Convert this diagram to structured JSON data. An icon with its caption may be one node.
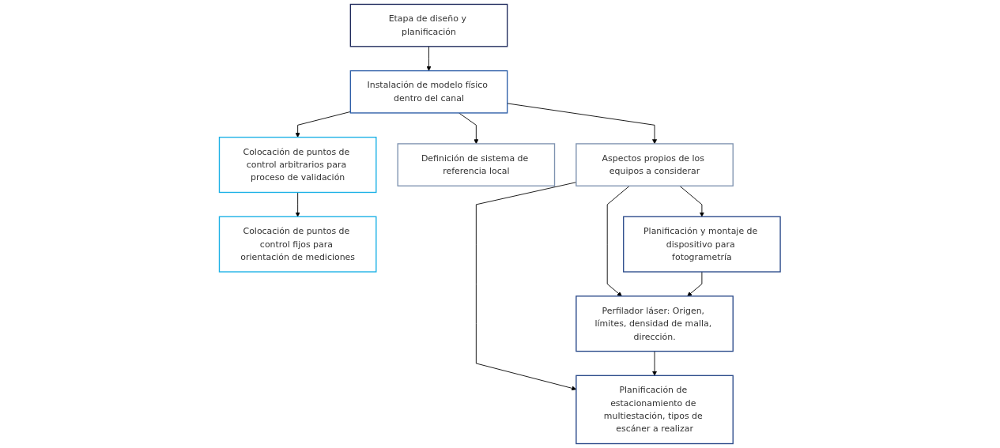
{
  "diagram": {
    "nodes": [
      {
        "text": [
          "Etapa de diseño y planificación"
        ]
      },
      {
        "text": [
          "Instalación de modelo físico dentro del canal"
        ]
      },
      {
        "text": [
          "Colocación de puntos de control arbitrarios para proceso de validación"
        ]
      },
      {
        "text": [
          "Colocación de puntos de control fijos para orientación de mediciones"
        ]
      },
      {
        "text": [
          "Definición de sistema de referencia local"
        ]
      },
      {
        "text": [
          "Aspectos propios de los equipos a considerar"
        ]
      },
      {
        "text": [
          "Planificación y montaje de dispositivo para fotogrametría"
        ]
      },
      {
        "text": [
          "Perfilador láser: Origen, límites, densidad de malla, dirección."
        ]
      },
      {
        "text": [
          "Planificación de estacionamiento de multiestación, tipos de escáner a realizar"
        ]
      }
    ],
    "edges": [
      {
        "from": 0,
        "to": 1,
        "arrow": "to"
      },
      {
        "from": 1,
        "to": 2,
        "arrow": "to"
      },
      {
        "from": 1,
        "to": 4,
        "arrow": "to"
      },
      {
        "from": 1,
        "to": 5,
        "arrow": "to"
      },
      {
        "from": 2,
        "to": 3,
        "arrow": "to"
      },
      {
        "from": 5,
        "to": 6,
        "arrow": "to"
      },
      {
        "from": 5,
        "to": 7,
        "arrow": "to"
      },
      {
        "from": 5,
        "to": 8,
        "arrow": "to"
      },
      {
        "from": 6,
        "to": 7,
        "arrow": "to"
      },
      {
        "from": 7,
        "to": 8,
        "arrow": "to"
      }
    ]
  }
}
